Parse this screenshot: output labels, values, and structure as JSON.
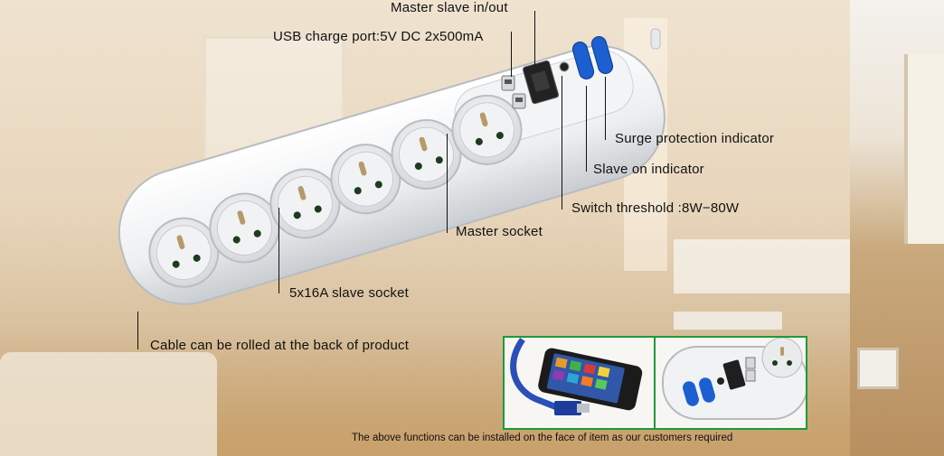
{
  "labels": {
    "master_slave": "Master slave in/out",
    "usb_port": "USB charge port:5V DC 2x500mA",
    "surge": "Surge protection indicator",
    "slave_on": "Slave on indicator",
    "threshold": "Switch threshold :8W−80W",
    "master_socket": "Master socket",
    "slave_socket": "5x16A slave socket",
    "cable": "Cable can be rolled at the back of product",
    "footnote": "The above functions can be installed on the face of item as our customers required"
  },
  "colors": {
    "indicator_blue": "#1c5fd0",
    "inset_border": "#1e9a3a",
    "label_text": "#111111"
  },
  "icons": {
    "socket": "french-socket-icon",
    "usb": "usb-port-icon",
    "switch": "master-slave-switch-icon",
    "led": "indicator-led-icon",
    "phone": "smartphone-icon",
    "cable": "usb-cable-icon"
  }
}
